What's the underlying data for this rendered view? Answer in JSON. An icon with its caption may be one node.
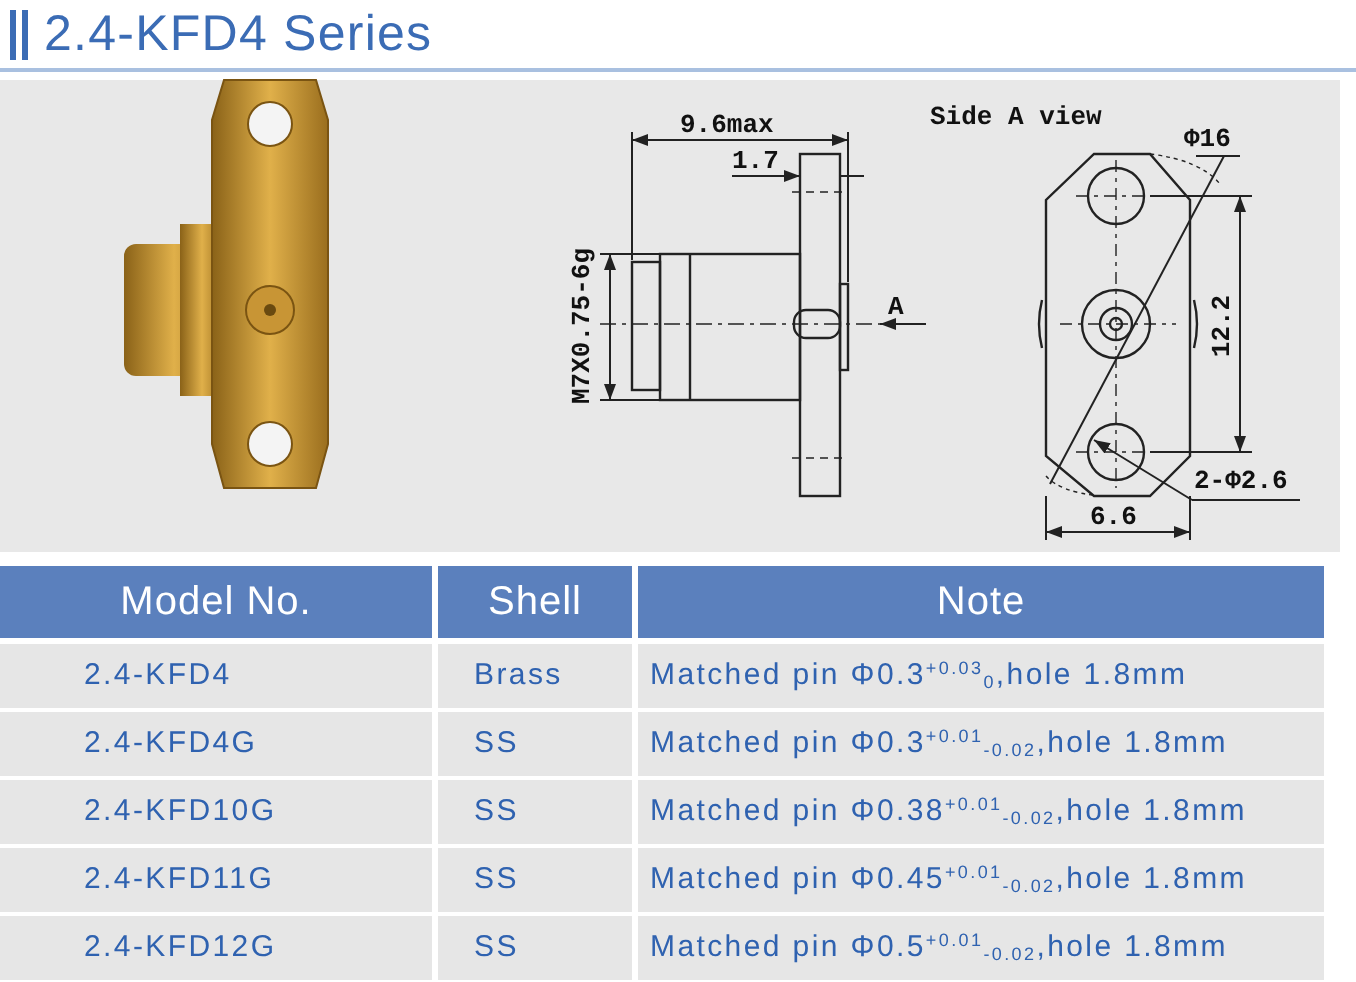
{
  "diagram": {
    "title": "2.4-KFD4 Series",
    "labels": [
      "9.6max",
      "1.7",
      "M7X0.75-6g",
      "A",
      "Side A view",
      "Φ16",
      "12.2",
      "2-Φ2.6",
      "6.6",
      "Model No.",
      "Shell",
      "Note",
      "2.4-KFD4",
      "Brass",
      "Matched pin Φ0.3$^{+0.03}$$_{0}$,hole 1.8mm",
      "2.4-KFD4G",
      "SS",
      "Matched pin Φ0.3$^{+0.01}$$_{-0.02}$,hole 1.8mm",
      "2.4-KFD10G",
      "SS",
      "Matched pin Φ0.38$^{+0.01}$$_{-0.02}$,hole 1.8mm",
      "2.4-KFD11G",
      "SS",
      "Matched pin Φ0.45$^{+0.01}$$_{-0.02}$,hole 1.8mm",
      "2.4-KFD12G",
      "SS",
      "Matched pin Φ0.5$^{+0.01}$$_{-0.02}$,hole 1.8mm"
    ]
  }
}
